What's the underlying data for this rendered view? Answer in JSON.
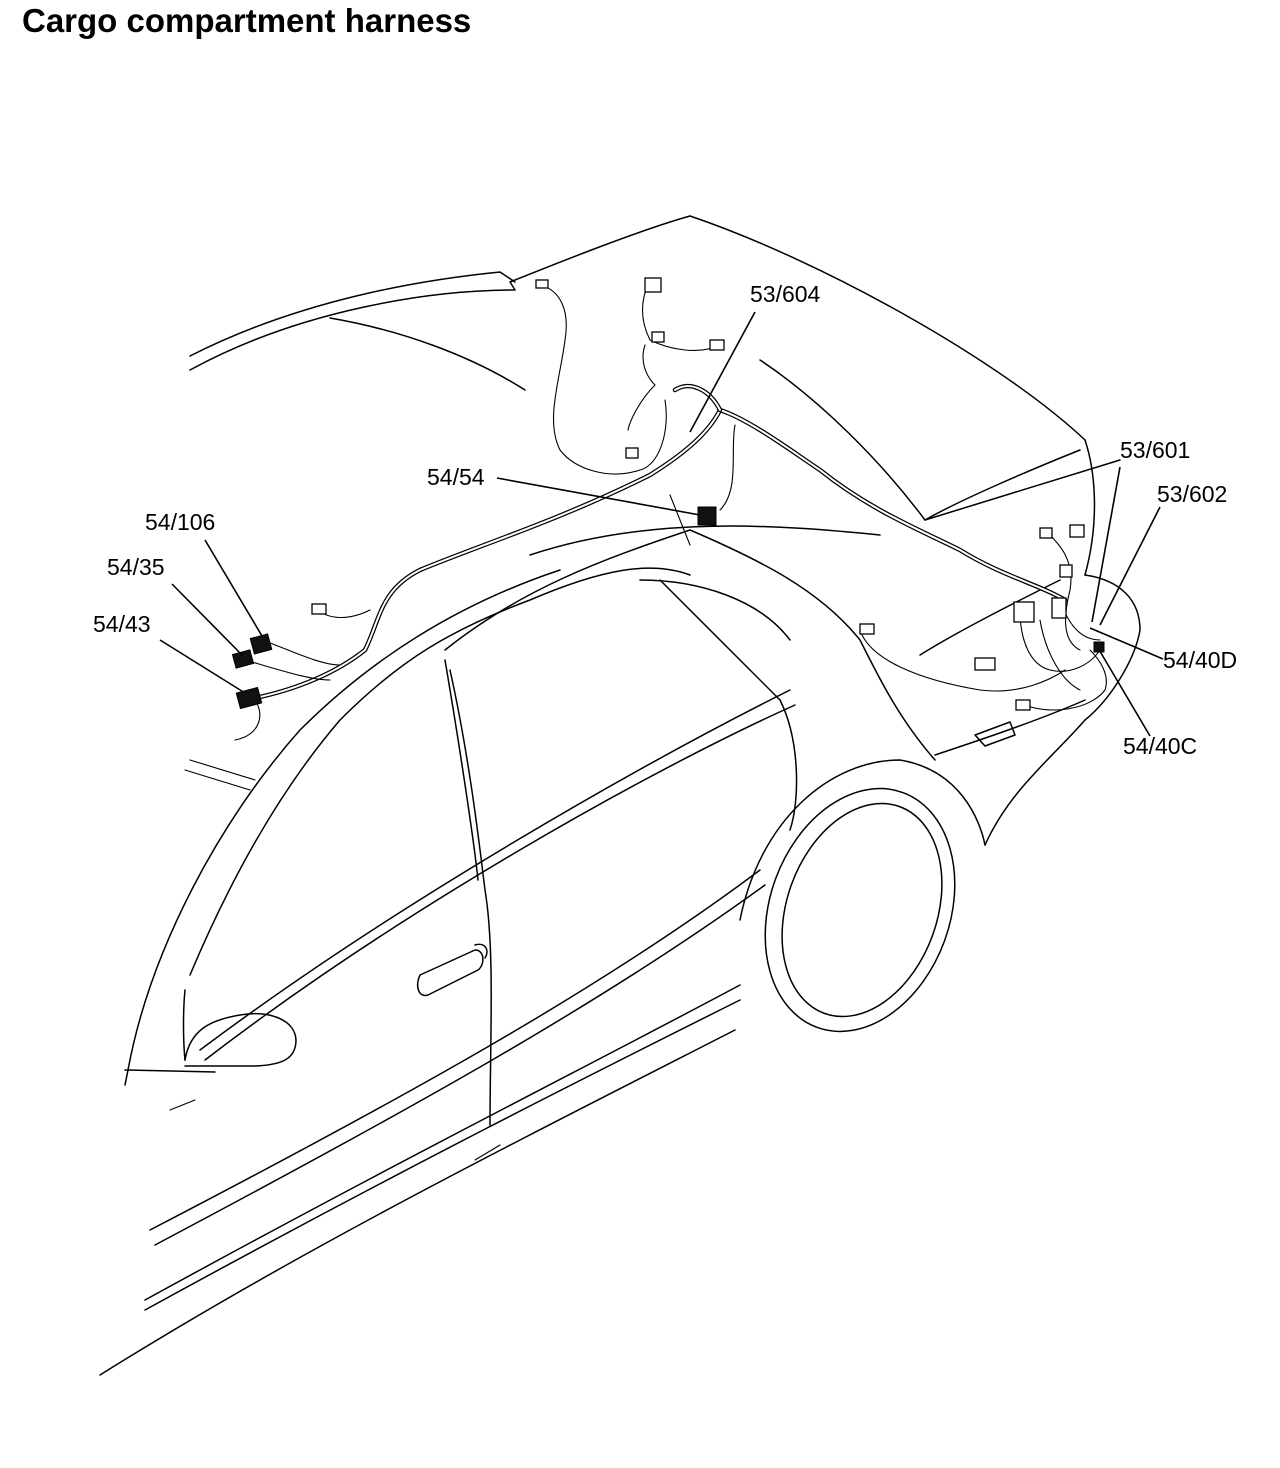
{
  "title": "Cargo compartment harness",
  "labels": {
    "c53_604": "53/604",
    "c54_54": "54/54",
    "c54_106": "54/106",
    "c54_35": "54/35",
    "c54_43": "54/43",
    "c53_601": "53/601",
    "c53_602": "53/602",
    "c54_40d": "54/40D",
    "c54_40c": "54/40C"
  }
}
